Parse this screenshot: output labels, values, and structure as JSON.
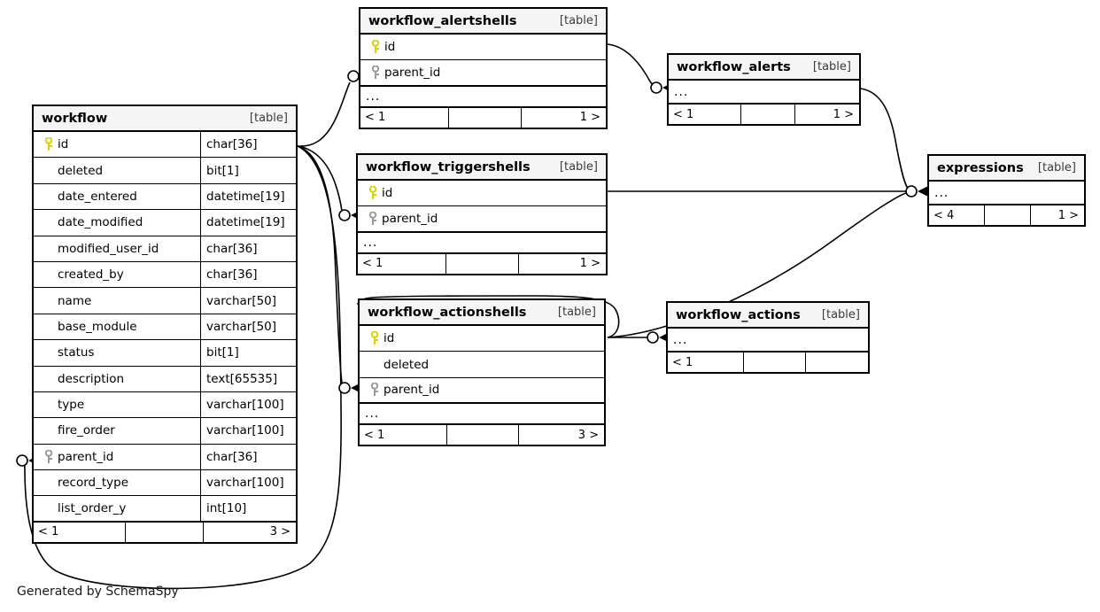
{
  "diagram": {
    "kind_label": "[table]",
    "ellipsis": "...",
    "credit": "Generated by SchemaSpy",
    "colors": {
      "primary_key": "#d9d400",
      "foreign_key": "#9a9a9a",
      "border": "#000000",
      "header_fill": "#f5f5f5",
      "background": "#ffffff"
    }
  },
  "tables": {
    "workflow": {
      "name": "workflow",
      "kind": "[table]",
      "columns": [
        {
          "name": "id",
          "type": "char[36]",
          "key": "primary"
        },
        {
          "name": "deleted",
          "type": "bit[1]",
          "key": "none"
        },
        {
          "name": "date_entered",
          "type": "datetime[19]",
          "key": "none"
        },
        {
          "name": "date_modified",
          "type": "datetime[19]",
          "key": "none"
        },
        {
          "name": "modified_user_id",
          "type": "char[36]",
          "key": "none"
        },
        {
          "name": "created_by",
          "type": "char[36]",
          "key": "none"
        },
        {
          "name": "name",
          "type": "varchar[50]",
          "key": "none"
        },
        {
          "name": "base_module",
          "type": "varchar[50]",
          "key": "none"
        },
        {
          "name": "status",
          "type": "bit[1]",
          "key": "none"
        },
        {
          "name": "description",
          "type": "text[65535]",
          "key": "none"
        },
        {
          "name": "type",
          "type": "varchar[100]",
          "key": "none"
        },
        {
          "name": "fire_order",
          "type": "varchar[100]",
          "key": "none"
        },
        {
          "name": "parent_id",
          "type": "char[36]",
          "key": "foreign"
        },
        {
          "name": "record_type",
          "type": "varchar[100]",
          "key": "none"
        },
        {
          "name": "list_order_y",
          "type": "int[10]",
          "key": "none"
        }
      ],
      "has_ellipsis": false,
      "footer": {
        "left": "< 1",
        "middle": "",
        "right": "3 >"
      }
    },
    "workflow_alertshells": {
      "name": "workflow_alertshells",
      "kind": "[table]",
      "columns": [
        {
          "name": "id",
          "type": "",
          "key": "primary"
        },
        {
          "name": "parent_id",
          "type": "",
          "key": "foreign"
        }
      ],
      "has_ellipsis": true,
      "footer": {
        "left": "< 1",
        "middle": "",
        "right": "1 >"
      }
    },
    "workflow_alerts": {
      "name": "workflow_alerts",
      "kind": "[table]",
      "columns": [],
      "has_ellipsis": true,
      "footer": {
        "left": "< 1",
        "middle": "",
        "right": "1 >"
      }
    },
    "workflow_triggershells": {
      "name": "workflow_triggershells",
      "kind": "[table]",
      "columns": [
        {
          "name": "id",
          "type": "",
          "key": "primary"
        },
        {
          "name": "parent_id",
          "type": "",
          "key": "foreign"
        }
      ],
      "has_ellipsis": true,
      "footer": {
        "left": "< 1",
        "middle": "",
        "right": "1 >"
      }
    },
    "workflow_actionshells": {
      "name": "workflow_actionshells",
      "kind": "[table]",
      "columns": [
        {
          "name": "id",
          "type": "",
          "key": "primary"
        },
        {
          "name": "deleted",
          "type": "",
          "key": "none"
        },
        {
          "name": "parent_id",
          "type": "",
          "key": "foreign"
        }
      ],
      "has_ellipsis": true,
      "footer": {
        "left": "< 1",
        "middle": "",
        "right": "3 >"
      }
    },
    "workflow_actions": {
      "name": "workflow_actions",
      "kind": "[table]",
      "columns": [],
      "has_ellipsis": true,
      "footer": {
        "left": "< 1",
        "middle": "",
        "right": ""
      }
    },
    "expressions": {
      "name": "expressions",
      "kind": "[table]",
      "columns": [],
      "has_ellipsis": true,
      "footer": {
        "left": "< 4",
        "middle": "",
        "right": "1 >"
      }
    }
  },
  "relationships": [
    {
      "from": "workflow.id",
      "to": "workflow_alertshells.parent_id"
    },
    {
      "from": "workflow.id",
      "to": "workflow_triggershells.parent_id"
    },
    {
      "from": "workflow.id",
      "to": "workflow_actionshells.parent_id"
    },
    {
      "from": "workflow.id",
      "to": "workflow.parent_id"
    },
    {
      "from": "workflow_alertshells.id",
      "to": "workflow_alerts"
    },
    {
      "from": "workflow_actionshells.id",
      "to": "workflow_actions"
    },
    {
      "from": "workflow_actionshells",
      "to": "expressions"
    },
    {
      "from": "workflow_triggershells.id",
      "to": "expressions"
    },
    {
      "from": "workflow_alerts",
      "to": "expressions"
    }
  ]
}
